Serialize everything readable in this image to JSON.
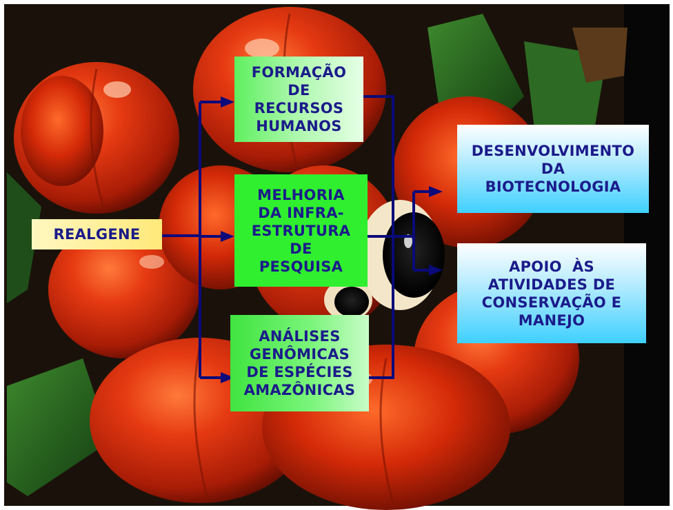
{
  "slide": {
    "realgene": [
      "REALGENE"
    ],
    "left_boxes": [
      [
        "FORMAÇÃO",
        "DE",
        "RECURSOS",
        "HUMANOS"
      ],
      [
        "MELHORIA",
        "DA INFRA-",
        "ESTRUTURA",
        "DE",
        "PESQUISA"
      ],
      [
        "ANÁLISES",
        "GENÔMICAS",
        "DE ESPÉCIES",
        "AMAZÔNICAS"
      ]
    ],
    "right_boxes": [
      [
        "DESENVOLVIMENTO",
        "DA",
        "BIOTECNOLOGIA"
      ],
      [
        "APOIO  ÀS",
        "ATIVIDADES DE",
        "CONSERVAÇÃO E",
        "MANEJO"
      ]
    ]
  },
  "colors": {
    "text": "#1b1b8a",
    "connector": "#0a0a7a",
    "fruit_red": "#d8300c",
    "leaf_green": "#1f5a1c"
  }
}
